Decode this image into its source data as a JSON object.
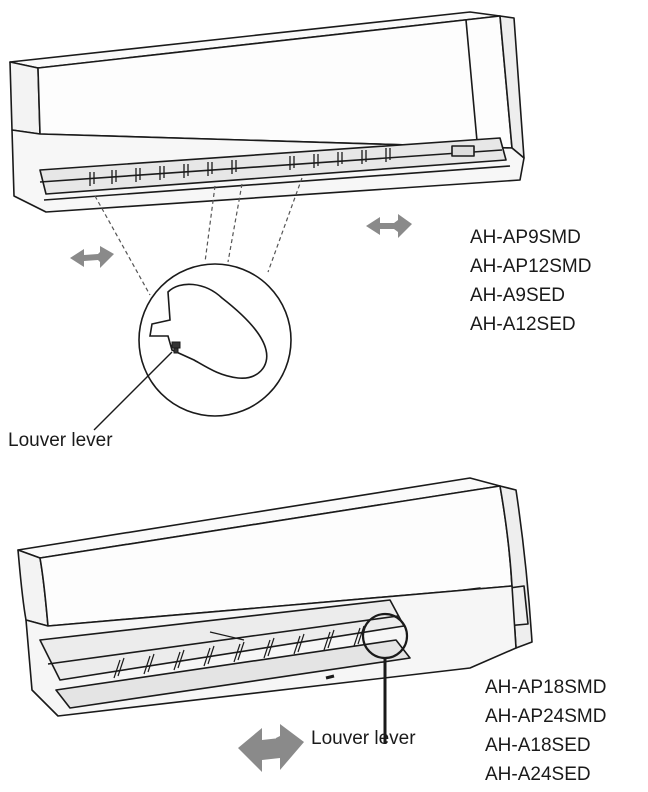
{
  "top_unit": {
    "models": [
      "AH-AP9SMD",
      "AH-AP12SMD",
      "AH-A9SED",
      "AH-A12SED"
    ],
    "callout_label": "Louver lever"
  },
  "bottom_unit": {
    "models": [
      "AH-AP18SMD",
      "AH-AP24SMD",
      "AH-A18SED",
      "AH-A24SED"
    ],
    "callout_label": "Louver lever"
  },
  "colors": {
    "line": "#1a1a1a",
    "arrow": "#8a8a8a",
    "background": "#ffffff"
  }
}
